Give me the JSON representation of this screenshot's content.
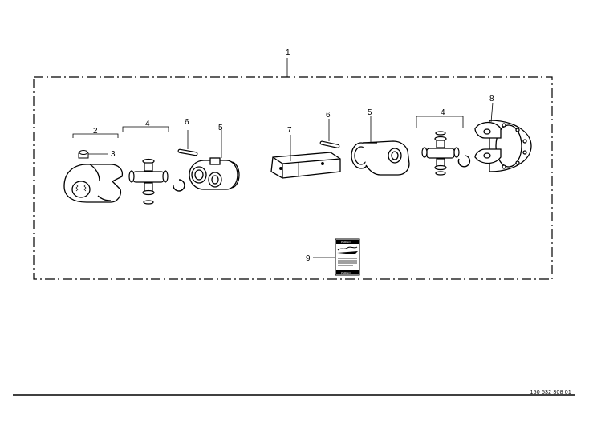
{
  "diagram": {
    "callouts": {
      "c1": "1",
      "c2": "2",
      "c3": "3",
      "c4a": "4",
      "c4b": "4",
      "c5a": "5",
      "c5b": "5",
      "c6a": "6",
      "c6b": "6",
      "c7": "7",
      "c8": "8",
      "c9": "9"
    },
    "warning_label": {
      "top": "PERIGO",
      "bottom": "PERIGO"
    },
    "document_number": "150 532 308 01"
  }
}
